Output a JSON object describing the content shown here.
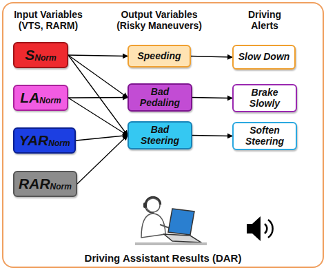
{
  "diagram": {
    "nodes": [
      {
        "text": [
          "Driving Assistant Results (DAR)"
        ]
      },
      {
        "text": [
          "S",
          "Norm"
        ],
        "in": 0
      },
      {
        "text": [
          "LA",
          "Norm"
        ],
        "in": 0
      },
      {
        "text": [
          "YAR",
          "Norm"
        ],
        "in": 0
      },
      {
        "text": [
          "RAR",
          "Norm"
        ],
        "in": 0
      },
      {
        "text": [
          "Speeding"
        ],
        "in": 0
      },
      {
        "text": [
          "Bad Pedaling"
        ],
        "in": 0
      },
      {
        "text": [
          "Bad Steering"
        ],
        "in": 0
      },
      {
        "text": [
          "Slow Down"
        ],
        "in": 0
      },
      {
        "text": [
          "Brake Slowly"
        ],
        "in": 0
      },
      {
        "text": [
          "Soften Steering"
        ],
        "in": 0
      }
    ],
    "edges": [
      {
        "from": 1,
        "to": 5,
        "arrow": "to"
      },
      {
        "from": 1,
        "to": 6,
        "arrow": "to"
      },
      {
        "from": 1,
        "to": 7,
        "arrow": "to"
      },
      {
        "from": 2,
        "to": 6,
        "arrow": "to"
      },
      {
        "from": 2,
        "to": 7,
        "arrow": "to"
      },
      {
        "from": 3,
        "to": 7,
        "arrow": "to"
      },
      {
        "from": 4,
        "to": 7,
        "arrow": "to"
      },
      {
        "from": 5,
        "to": 8,
        "arrow": "to"
      },
      {
        "from": 6,
        "to": 9,
        "arrow": "to"
      },
      {
        "from": 7,
        "to": 10,
        "arrow": "to"
      }
    ],
    "labels": [
      "Input Variables (VTS, RARM)",
      "Output Variables (Risky Maneuvers)",
      "Driving Alerts"
    ]
  }
}
